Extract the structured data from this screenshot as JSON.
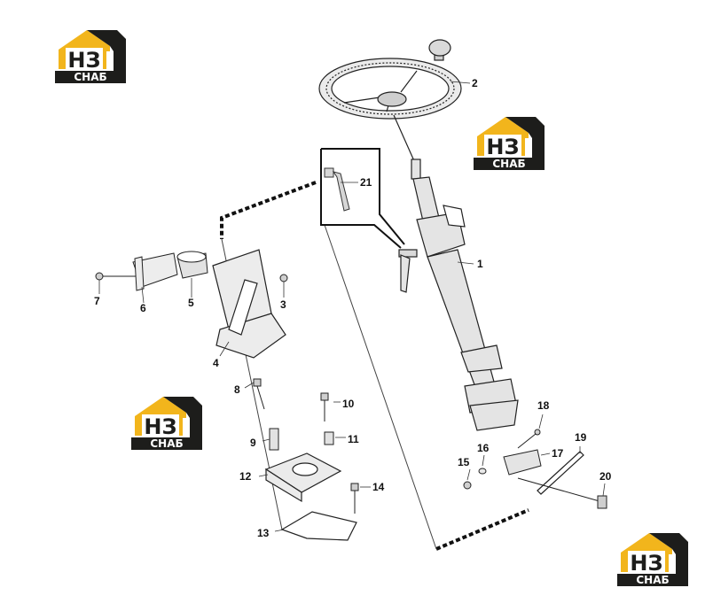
{
  "logo": {
    "letters": "НЗ",
    "wordmark": "СНАБ",
    "accent": "#f2b51c",
    "dark": "#1d1d1b"
  },
  "parts": [
    {
      "id": "1",
      "label": "1"
    },
    {
      "id": "2",
      "label": "2"
    },
    {
      "id": "3",
      "label": "3"
    },
    {
      "id": "4",
      "label": "4"
    },
    {
      "id": "5",
      "label": "5"
    },
    {
      "id": "6",
      "label": "6"
    },
    {
      "id": "7",
      "label": "7"
    },
    {
      "id": "8",
      "label": "8"
    },
    {
      "id": "9",
      "label": "9"
    },
    {
      "id": "10",
      "label": "10"
    },
    {
      "id": "11",
      "label": "11"
    },
    {
      "id": "12",
      "label": "12"
    },
    {
      "id": "13",
      "label": "13"
    },
    {
      "id": "14",
      "label": "14"
    },
    {
      "id": "15",
      "label": "15"
    },
    {
      "id": "16",
      "label": "16"
    },
    {
      "id": "17",
      "label": "17"
    },
    {
      "id": "18",
      "label": "18"
    },
    {
      "id": "19",
      "label": "19"
    },
    {
      "id": "20",
      "label": "20"
    },
    {
      "id": "21",
      "label": "21"
    }
  ]
}
